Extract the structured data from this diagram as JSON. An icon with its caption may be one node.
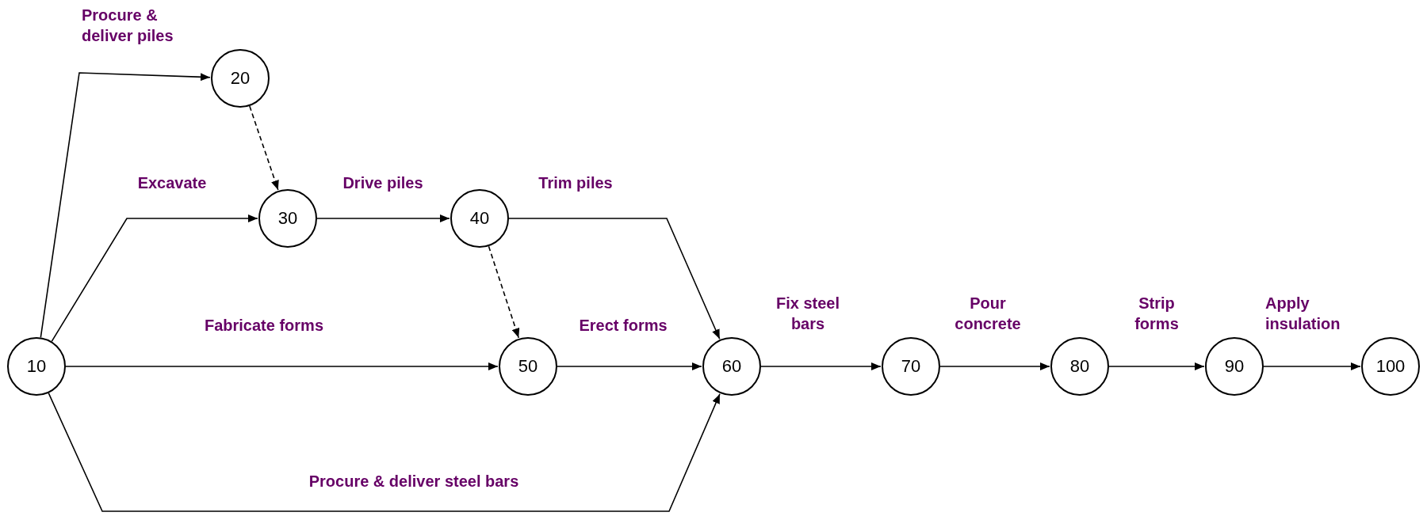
{
  "diagram": {
    "nodes": [
      {
        "text": [
          "10"
        ]
      },
      {
        "text": [
          "20"
        ]
      },
      {
        "text": [
          "30"
        ]
      },
      {
        "text": [
          "40"
        ]
      },
      {
        "text": [
          "50"
        ]
      },
      {
        "text": [
          "60"
        ]
      },
      {
        "text": [
          "70"
        ]
      },
      {
        "text": [
          "80"
        ]
      },
      {
        "text": [
          "90"
        ]
      },
      {
        "text": [
          "100"
        ]
      }
    ],
    "edges": [
      {
        "from": 0,
        "to": 1,
        "arrow": "to",
        "label": "Procure & deliver piles"
      },
      {
        "from": 1,
        "to": 2,
        "arrow": "to",
        "style": "dashed"
      },
      {
        "from": 0,
        "to": 2,
        "arrow": "to",
        "label": "Excavate"
      },
      {
        "from": 2,
        "to": 3,
        "arrow": "to",
        "label": "Drive piles"
      },
      {
        "from": 3,
        "to": 5,
        "arrow": "to",
        "label": "Trim piles"
      },
      {
        "from": 3,
        "to": 4,
        "arrow": "to",
        "style": "dashed"
      },
      {
        "from": 0,
        "to": 4,
        "arrow": "to",
        "label": "Fabricate forms"
      },
      {
        "from": 4,
        "to": 5,
        "arrow": "to",
        "label": "Erect forms"
      },
      {
        "from": 0,
        "to": 5,
        "arrow": "to",
        "label": "Procure & deliver steel bars"
      },
      {
        "from": 5,
        "to": 6,
        "arrow": "to",
        "label": "Fix steel bars"
      },
      {
        "from": 6,
        "to": 7,
        "arrow": "to",
        "label": "Pour concrete"
      },
      {
        "from": 7,
        "to": 8,
        "arrow": "to",
        "label": "Strip forms"
      },
      {
        "from": 8,
        "to": 9,
        "arrow": "to",
        "label": "Apply insulation"
      }
    ]
  }
}
